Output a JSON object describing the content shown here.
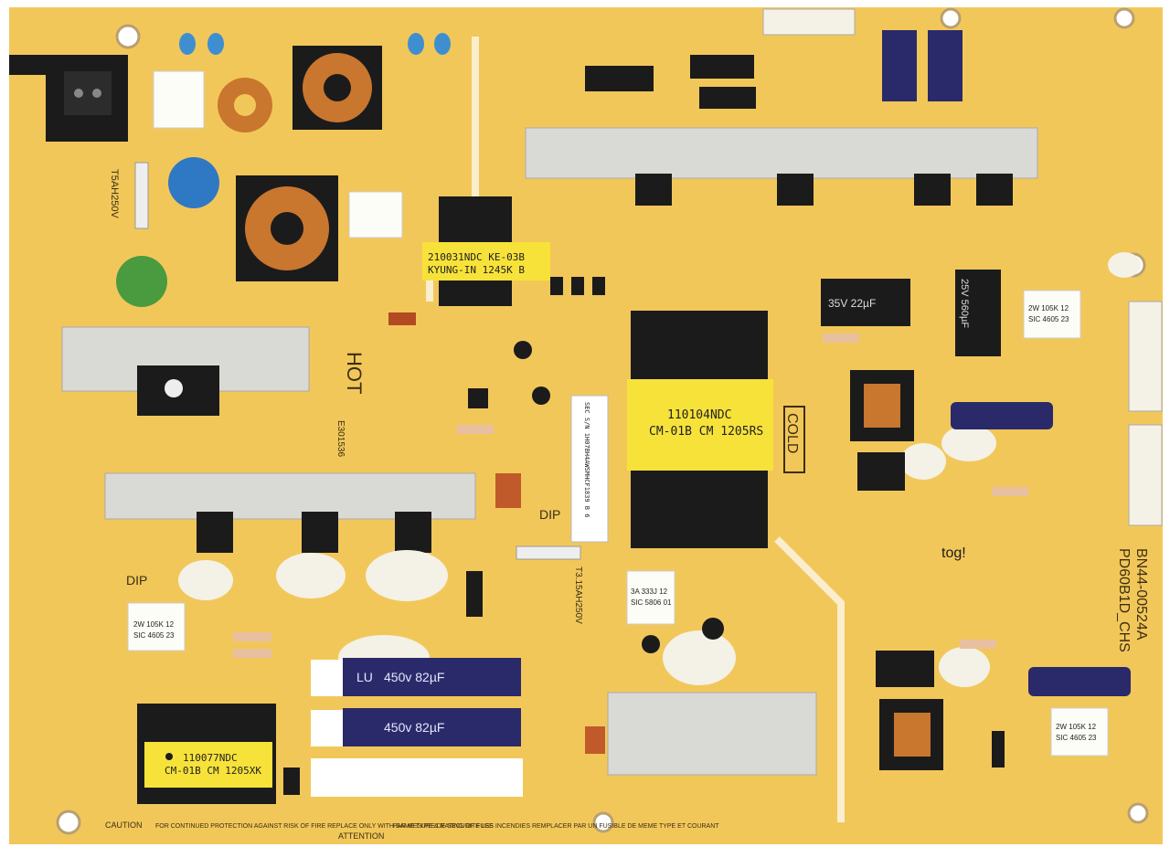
{
  "colors": {
    "pcb": "#f2c75a",
    "pcb_dark": "#e2b34a",
    "silk": "#3b2e12",
    "heatsink": "#d9d9d6",
    "transformer_label": "#f7e23a",
    "capacitor_blue": "#2a2a6a",
    "ceramic_blue": "#3f8fd0",
    "glue": "#f4f1e6",
    "copper": "#c9762e",
    "black_part": "#1b1b1b"
  },
  "board": {
    "model_line1": "PD60B1D_CHS",
    "model_line2": "BN44-00524A",
    "hot_label": "HOT",
    "cold_label": "COLD",
    "dip_label": "DIP",
    "fuse1_label": "T5AH250V",
    "fuse2_label": "T3.15AH250V"
  },
  "transformers": {
    "small_top": {
      "line1": "210031NDC KE-03B",
      "line2": "KYUNG-IN 1245K B"
    },
    "main": {
      "line1": "110104NDC",
      "line2": "CM-01B CM 1205RS"
    },
    "standby": {
      "line1": "110077NDC",
      "line2": "CM-01B CM 1205XK"
    }
  },
  "resistors": {
    "r1": {
      "line1": "2W 105K 12",
      "line2": "SIC 4605 23"
    },
    "r2": {
      "line1": "2W 105K 12",
      "line2": "SIC 4605 23"
    },
    "r3": {
      "line1": "2W 105K 12",
      "line2": "SIC 4605 23"
    },
    "r4": {
      "line1": "3A 333J 12",
      "line2": "SIC 5806 01"
    }
  },
  "capacitors": {
    "bulk_label": "450v 82µF",
    "bulk_brand": "LU",
    "cap_35v": "35V 22µF",
    "cap_25v": "25V 560µF"
  },
  "labels": {
    "caution_title": "CAUTION",
    "caution_text": "FOR CONTINUED PROTECTION AGAINST RISK OF FIRE REPLACE ONLY WITH SAME TYPE & RATING OF FUSE",
    "attention_title": "ATTENTION",
    "attention_text": "PAR MESURE DE SECURITE LES INCENDIES REMPLACER PAR UN FUSIBLE DE MEME TYPE ET COURANT",
    "sticker": "SEC S/N 1H07BH4AWSMHCF1839 B 6",
    "serial_tag": "tog!",
    "ul_mark": "E301536"
  }
}
